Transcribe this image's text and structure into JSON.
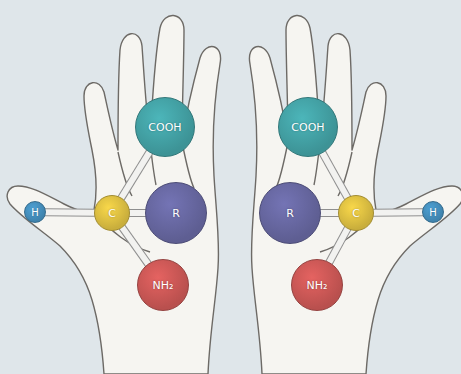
{
  "diagram": {
    "nodes": [
      {
        "text": [
          "COOH"
        ]
      },
      {
        "text": [
          "H"
        ]
      },
      {
        "text": [
          "C"
        ]
      },
      {
        "text": [
          "R"
        ]
      },
      {
        "text": [
          "NH₂"
        ]
      },
      {
        "text": [
          "COOH"
        ]
      },
      {
        "text": [
          "R"
        ]
      },
      {
        "text": [
          "C"
        ]
      },
      {
        "text": [
          "H"
        ]
      },
      {
        "text": [
          "NH₂"
        ]
      }
    ],
    "edges": [
      {
        "from": 2,
        "to": 0,
        "arrow": "none"
      },
      {
        "from": 2,
        "to": 1,
        "arrow": "none"
      },
      {
        "from": 2,
        "to": 3,
        "arrow": "none"
      },
      {
        "from": 2,
        "to": 4,
        "arrow": "none"
      },
      {
        "from": 7,
        "to": 5,
        "arrow": "none"
      },
      {
        "from": 7,
        "to": 6,
        "arrow": "none"
      },
      {
        "from": 7,
        "to": 8,
        "arrow": "none"
      },
      {
        "from": 7,
        "to": 9,
        "arrow": "none"
      }
    ]
  }
}
